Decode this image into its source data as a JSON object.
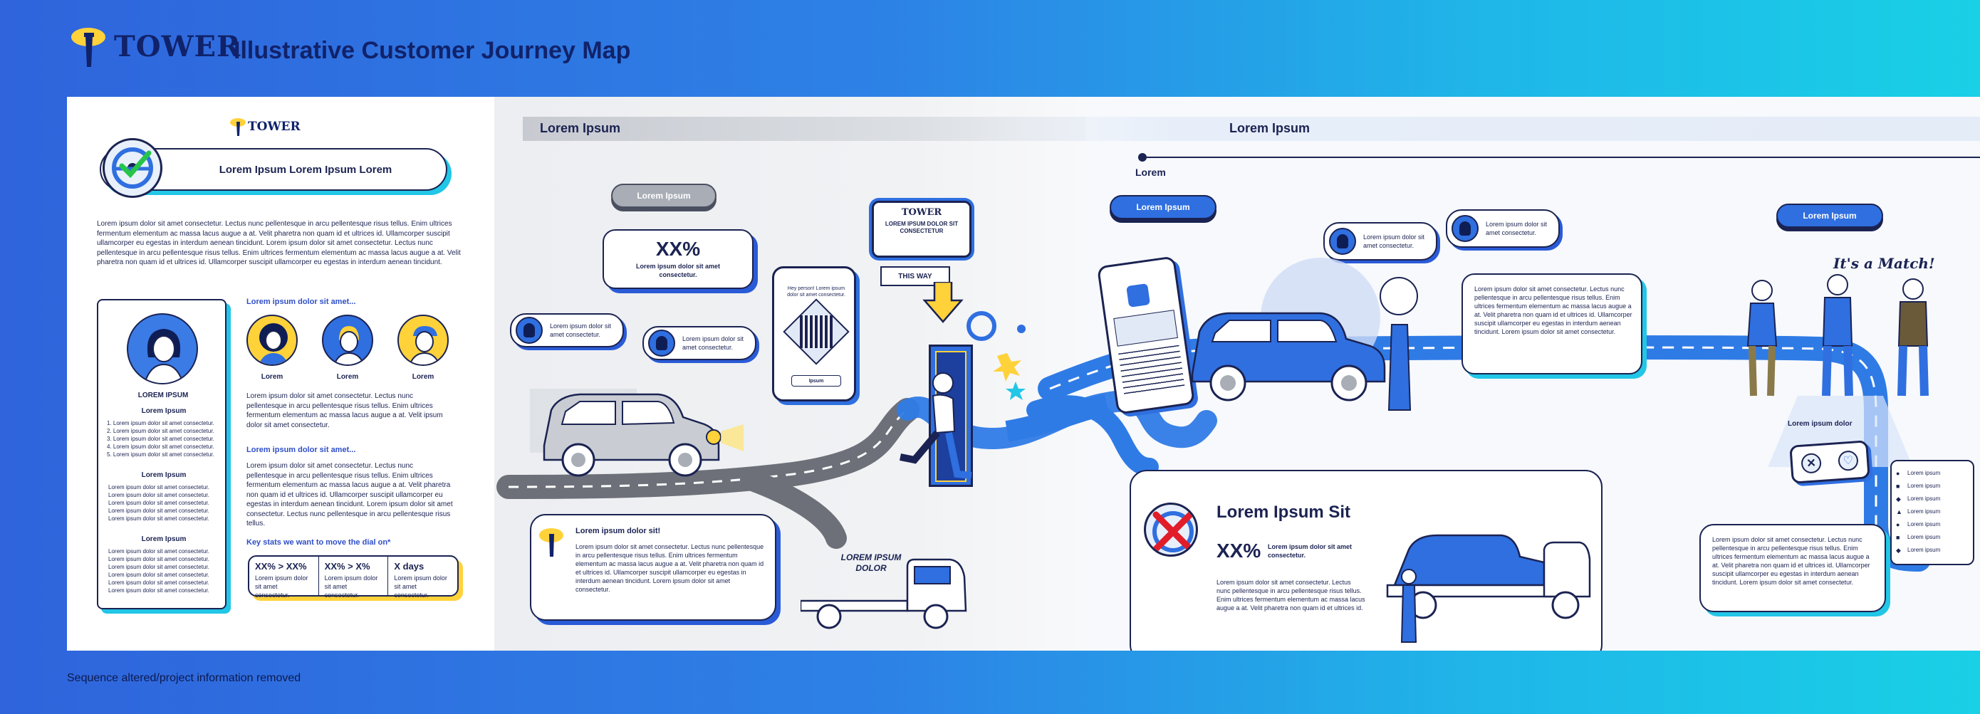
{
  "header": {
    "brand": "TOWER",
    "title": "Illustrative Customer Journey Map",
    "footnote": "Sequence altered/project information removed"
  },
  "left": {
    "brand": "TOWER",
    "banner": "Lorem Ipsum Lorem Ipsum Lorem",
    "intro": "Lorem ipsum dolor sit amet consectetur. Lectus nunc pellentesque in arcu pellentesque risus tellus. Enim ultrices fermentum elementum ac massa lacus augue a at. Velit pharetra non quam id et ultrices id. Ullamcorper suscipit ullamcorper eu egestas in interdum aenean tincidunt. Lorem ipsum dolor sit amet consectetur. Lectus nunc pellentesque in arcu pellentesque risus tellus. Enim ultrices fermentum elementum ac massa lacus augue a at. Velit pharetra non quam id et ultrices id. Ullamcorper suscipit ullamcorper eu egestas in interdum aenean tincidunt.",
    "persona_name": "LOREM IPSUM",
    "groups": [
      {
        "title": "Lorem Ipsum",
        "items": [
          "1. Lorem ipsum dolor sit amet consectetur.",
          "2. Lorem ipsum dolor sit amet consectetur.",
          "3. Lorem ipsum dolor sit amet consectetur.",
          "4. Lorem ipsum dolor sit amet consectetur.",
          "5. Lorem ipsum dolor sit amet consectetur."
        ]
      },
      {
        "title": "Lorem Ipsum",
        "items": [
          "Lorem ipsum dolor sit amet consectetur.",
          "Lorem ipsum dolor sit amet consectetur.",
          "Lorem ipsum dolor sit amet consectetur.",
          "Lorem ipsum dolor sit amet consectetur.",
          "Lorem ipsum dolor sit amet consectetur."
        ]
      },
      {
        "title": "Lorem Ipsum",
        "items": [
          "Lorem ipsum dolor sit amet consectetur.",
          "Lorem ipsum dolor sit amet consectetur.",
          "Lorem ipsum dolor sit amet consectetur.",
          "Lorem ipsum dolor sit amet consectetur.",
          "Lorem ipsum dolor sit amet consectetur.",
          "Lorem ipsum dolor sit amet consectetur."
        ]
      }
    ],
    "section1_title": "Lorem ipsum dolor sit amet...",
    "avatars": [
      "Lorem",
      "Lorem",
      "Lorem"
    ],
    "section1_body": "Lorem ipsum dolor sit amet consectetur. Lectus nunc pellentesque in arcu pellentesque risus tellus. Enim ultrices fermentum elementum ac massa lacus augue a at. Velit ipsum dolor sit amet consectetur.",
    "section2_title": "Lorem ipsum dolor sit amet...",
    "section2_body": "Lorem ipsum dolor sit amet consectetur. Lectus nunc pellentesque in arcu pellentesque risus tellus. Enim ultrices fermentum elementum ac massa lacus augue a at. Velit pharetra non quam id et ultrices id. Ullamcorper suscipit ullamcorper eu egestas in interdum aenean tincidunt. Lorem ipsum dolor sit amet consectetur. Lectus nunc pellentesque in arcu pellentesque risus tellus.",
    "stats_title": "Key stats we want to move the dial on*",
    "stats": [
      {
        "value": "XX% > XX%",
        "label": "Lorem ipsum dolor sit amet consectetur."
      },
      {
        "value": "XX% > X%",
        "label": "Lorem ipsum dolor sit amet consectetur."
      },
      {
        "value": "X days",
        "label": "Lorem ipsum dolor sit amet consectetur."
      }
    ]
  },
  "stage1": {
    "bar_label": "Lorem Ipsum",
    "pill": "Lorem Ipsum",
    "stat_value": "XX%",
    "stat_label": "Lorem ipsum dolor sit amet consectetur.",
    "bubble1": "Lorem ipsum dolor sit amet consectetur.",
    "bubble2": "Lorem ipsum dolor sit amet consectetur.",
    "phone_text": "Hey person! Lorem ipsum dolor sit amet consectetur.",
    "phone_button": "Ipsum",
    "sign_brand": "TOWER",
    "sign_text": "LOREM IPSUM DOLOR SIT CONSECTETUR",
    "this_way": "THIS WAY",
    "card_title": "Lorem ipsum dolor sit!",
    "card_body": "Lorem ipsum dolor sit amet consectetur. Lectus nunc pellentesque in arcu pellentesque risus tellus. Enim ultrices fermentum elementum ac massa lacus augue a at. Velit pharetra non quam id et ultrices id. Ullamcorper suscipit ullamcorper eu egestas in interdum aenean tincidunt. Lorem ipsum dolor sit amet consectetur.",
    "truck_label": "LOREM IPSUM DOLOR"
  },
  "stage2": {
    "bar_label": "Lorem Ipsum",
    "timeline_label": "Lorem",
    "pill": "Lorem Ipsum",
    "bubble1": "Lorem ipsum dolor sit amet consectetur.",
    "bubble2": "Lorem ipsum dolor sit amet consectetur.",
    "card_body": "Lorem ipsum dolor sit amet consectetur. Lectus nunc pellentesque in arcu pellentesque risus tellus. Enim ultrices fermentum elementum ac massa lacus augue a at. Velit pharetra non quam id et ultrices id. Ullamcorper suscipit ullamcorper eu egestas in interdum aenean tincidunt. Lorem ipsum dolor sit amet consectetur.",
    "box_title": "Lorem Ipsum Sit",
    "box_stat": "XX%",
    "box_stat_label": "Lorem ipsum dolor sit amet consectetur.",
    "box_body": "Lorem ipsum dolor sit amet consectetur. Lectus nunc pellentesque in arcu pellentesque risus tellus. Enim ultrices fermentum elementum ac massa lacus augue a at. Velit pharetra non quam id et ultrices id."
  },
  "stage3": {
    "pill": "Lorem Ipsum",
    "match_text": "It's a Match!",
    "match_caption": "Lorem ipsum dolor",
    "list_items": [
      "Lorem ipsum",
      "Lorem ipsum",
      "Lorem ipsum",
      "Lorem ipsum",
      "Lorem ipsum",
      "Lorem ipsum",
      "Lorem ipsum"
    ],
    "card_body": "Lorem ipsum dolor sit amet consectetur. Lectus nunc pellentesque in arcu pellentesque risus tellus. Enim ultrices fermentum elementum ac massa lacus augue a at. Velit pharetra non quam id et ultrices id. Ullamcorper suscipit ullamcorper eu egestas in interdum aenean tincidunt. Lorem ipsum dolor sit amet consectetur."
  },
  "colors": {
    "navy": "#1b2352",
    "blue": "#2f6fe0",
    "cyan": "#22c6e6",
    "yellow": "#ffd23a"
  }
}
